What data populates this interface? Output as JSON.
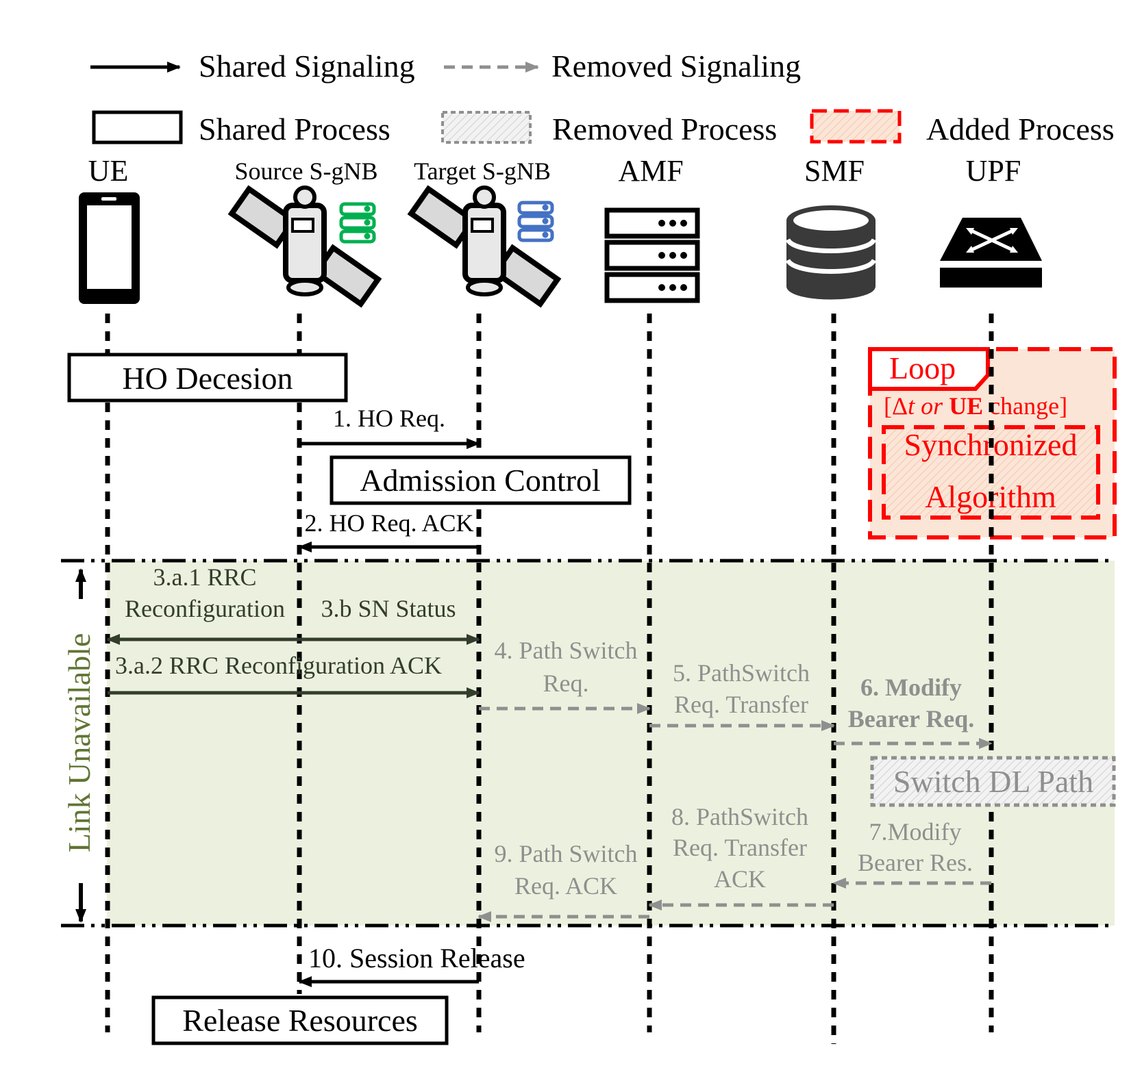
{
  "legend": {
    "shared_signaling": "Shared Signaling",
    "removed_signaling": "Removed Signaling",
    "shared_process": "Shared Process",
    "removed_process": "Removed Process",
    "added_process": "Added Process"
  },
  "entities": {
    "ue": "UE",
    "source": "Source S-gNB",
    "target": "Target S-gNB",
    "amf": "AMF",
    "smf": "SMF",
    "upf": "UPF"
  },
  "processes": {
    "ho_decision": "HO Decesion",
    "admission_control": "Admission Control",
    "switch_dl_path": "Switch DL Path",
    "release_resources": "Release Resources"
  },
  "loop": {
    "label": "Loop",
    "condition_open": "[",
    "condition_delta": "Δ",
    "condition_t": "t",
    "condition_or": "or",
    "condition_ue": "UE",
    "condition_change": "change]",
    "algorithm_line1": "Synchronized",
    "algorithm_line2": "Algorithm"
  },
  "link_unavailable": "Link Unavailable",
  "messages": {
    "m1": "1. HO Req.",
    "m2": "2. HO Req. ACK",
    "m3a1_line1": "3.a.1 RRC",
    "m3a1_line2": "Reconfiguration",
    "m3b": "3.b SN Status",
    "m3a2": "3.a.2 RRC Reconfiguration ACK",
    "m4_line1": "4. Path Switch",
    "m4_line2": "Req.",
    "m5_line1": "5. PathSwitch",
    "m5_line2": "Req. Transfer",
    "m6_line1": "6. Modify",
    "m6_line2": "Bearer Req.",
    "m7_line1": "7.Modify",
    "m7_line2": "Bearer Res.",
    "m8_line1": "8. PathSwitch",
    "m8_line2": "Req. Transfer",
    "m8_line3": "ACK",
    "m9_line1": "9. Path Switch",
    "m9_line2": "Req. ACK",
    "m10": "10. Session Release"
  },
  "colors": {
    "shared": "#000000",
    "dark_green": "#333d2b",
    "removed": "#8f8f8f",
    "added": "#ff0000",
    "added_fill": "#fbe5d6",
    "link_band": "#ebf1de",
    "link_text": "#5f7533",
    "source_icon": "#00b050",
    "target_icon": "#4472c4"
  }
}
